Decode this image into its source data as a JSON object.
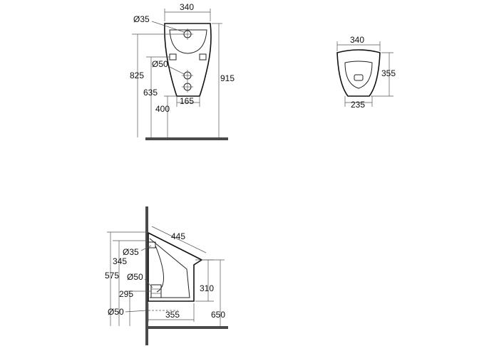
{
  "front_view": {
    "width_top": "340",
    "inlet_dia": "Ø35",
    "outlet_dia": "Ø50",
    "overall_height": "825",
    "height_915": "915",
    "outlet_height": "635",
    "floor_to_bottom": "400",
    "bottom_width": "165"
  },
  "top_view": {
    "width": "340",
    "depth": "355",
    "inner_width": "235"
  },
  "side_view": {
    "depth_top": "445",
    "inlet_dia": "Ø35",
    "height_345": "345",
    "height_575": "575",
    "outlet_dia": "Ø50",
    "height_295": "295",
    "drain_dia": "Ø50",
    "front_height": "310",
    "rim_height": "650",
    "bottom_depth": "355"
  }
}
